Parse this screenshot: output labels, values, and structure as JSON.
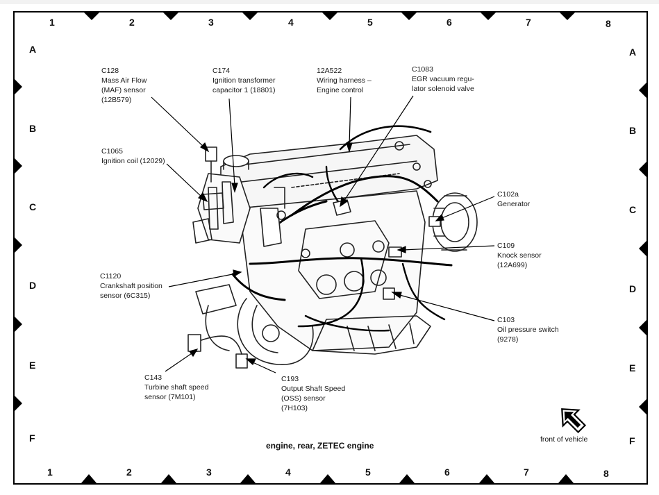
{
  "caption": "engine, rear, ZETEC engine",
  "orientation_label": "front of vehicle",
  "grid": {
    "columns": [
      "1",
      "2",
      "3",
      "4",
      "5",
      "6",
      "7",
      "8"
    ],
    "rows": [
      "A",
      "B",
      "C",
      "D",
      "E",
      "F"
    ]
  },
  "callouts": {
    "c128": [
      "C128",
      "Mass Air Flow",
      "(MAF) sensor",
      "(12B579)"
    ],
    "c174": [
      "C174",
      "Ignition transformer",
      "capacitor 1 (18801)"
    ],
    "a522": [
      "12A522",
      "Wiring harness –",
      "Engine control"
    ],
    "c1083": [
      "C1083",
      "EGR vacuum regu-",
      "lator solenoid valve"
    ],
    "c1065": [
      "C1065",
      "Ignition coil (12029)"
    ],
    "c102a": [
      "C102a",
      "Generator"
    ],
    "c109": [
      "C109",
      "Knock sensor",
      "(12A699)"
    ],
    "c1120": [
      "C1120",
      "Crankshaft position",
      "sensor (6C315)"
    ],
    "c103": [
      "C103",
      "Oil pressure switch",
      "(9278)"
    ],
    "c143": [
      "C143",
      "Turbine shaft speed",
      "sensor (7M101)"
    ],
    "c193": [
      "C193",
      "Output Shaft Speed",
      "(OSS) sensor",
      "(7H103)"
    ]
  }
}
